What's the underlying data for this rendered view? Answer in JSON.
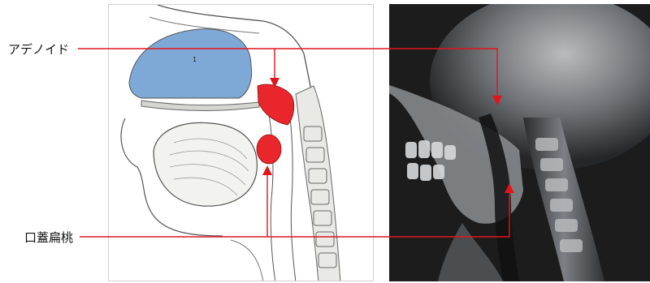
{
  "labels": {
    "adenoid": "アデノイド",
    "tonsil": "口蓋扁桃"
  },
  "diagram": {
    "region_number": "1"
  },
  "colors": {
    "pointer_red": "#e2151b",
    "highlight_red": "#e8262b",
    "nasal_blue": "#7ea9d6",
    "xray_bg": "#1c1c1c"
  }
}
